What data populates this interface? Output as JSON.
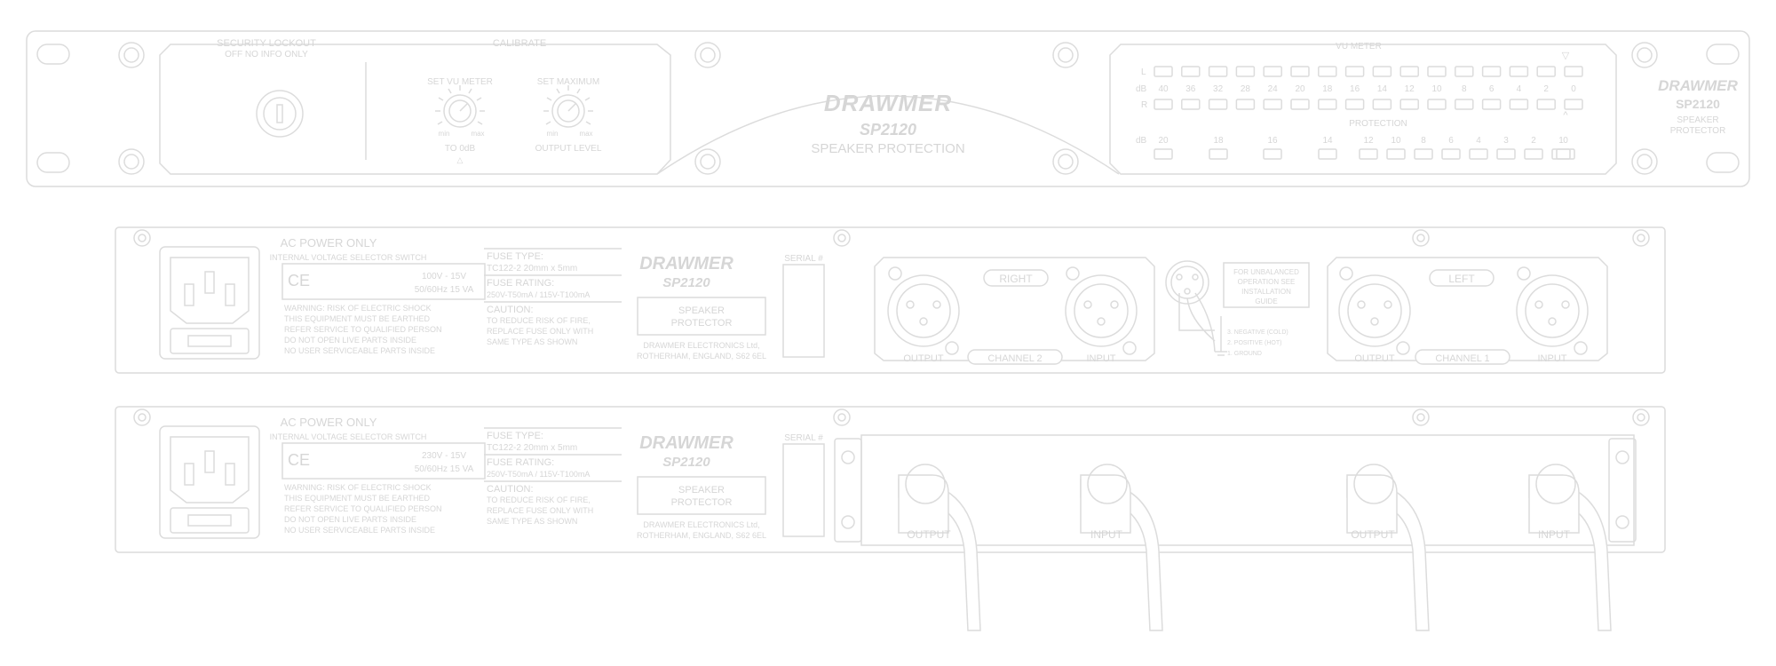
{
  "front": {
    "security": {
      "title": "SECURITY LOCKOUT",
      "subtitle": "OFF NO INFO ONLY"
    },
    "calibrate": {
      "title": "CALIBRATE",
      "vu_label": "SET VU METER",
      "vu_sub": "TO 0dB",
      "max_label": "SET MAXIMUM",
      "max_sub": "OUTPUT LEVEL",
      "knob_min": "min",
      "knob_max": "max"
    },
    "brand": "DRAWMER",
    "model": "SP2120",
    "product": "SPEAKER PROTECTION",
    "vu": {
      "title": "VU METER",
      "label_l": "L",
      "label_r": "R",
      "unit": "dB",
      "scale": [
        "40",
        "36",
        "32",
        "28",
        "24",
        "20",
        "18",
        "16",
        "14",
        "12",
        "10",
        "8",
        "6",
        "4",
        "2",
        "0"
      ],
      "protection_title": "PROTECTION",
      "prot_scale": [
        "20",
        "18",
        "16",
        "14",
        "12",
        "10",
        "8",
        "6",
        "4",
        "3",
        "2",
        "1",
        "0"
      ]
    },
    "side": {
      "brand": "DRAWMER",
      "model": "SP2120",
      "line1": "SPEAKER",
      "line2": "PROTECTOR"
    }
  },
  "rear": {
    "ac_title": "AC POWER ONLY",
    "ac_sub": "INTERNAL VOLTAGE SELECTOR SWITCH",
    "ce": "CE",
    "rating_1": "100V - 15V",
    "rating_2": "230V - 15V",
    "rating_freq": "50/60Hz  15 VA",
    "warning": [
      "WARNING: RISK OF ELECTRIC SHOCK",
      "THIS EQUIPMENT MUST BE EARTHED",
      "REFER SERVICE TO QUALIFIED PERSON",
      "DO NOT OPEN  LIVE PARTS INSIDE",
      "NO USER SERVICEABLE PARTS INSIDE"
    ],
    "fuse_type_title": "FUSE TYPE:",
    "fuse_type": "TC122-2   20mm x 5mm",
    "fuse_rating_title": "FUSE RATING:",
    "fuse_rating": "250V-T50mA / 115V-T100mA",
    "caution_title": "CAUTION:",
    "caution": [
      "TO REDUCE RISK OF FIRE,",
      "REPLACE FUSE ONLY WITH",
      "SAME TYPE AS SHOWN"
    ],
    "brand": "DRAWMER",
    "model": "SP2120",
    "product_1": "SPEAKER",
    "product_2": "PROTECTOR",
    "address_1": "DRAWMER ELECTRONICS Ltd,",
    "address_2": "ROTHERHAM, ENGLAND, S62 6EL",
    "serial": "SERIAL #",
    "right": "RIGHT",
    "left": "LEFT",
    "output": "OUTPUT",
    "input": "INPUT",
    "channel_2": "CHANNEL 2",
    "channel_1": "CHANNEL 1",
    "unbal": [
      "FOR UNBALANCED",
      "OPERATION SEE",
      "INSTALLATION",
      "GUIDE"
    ],
    "pins": [
      "3. NEGATIVE (COLD)",
      "2. POSITIVE (HOT)",
      "1. GROUND"
    ]
  }
}
